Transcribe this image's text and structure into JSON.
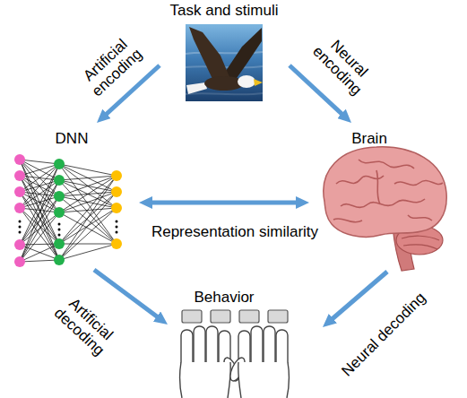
{
  "diagram": {
    "nodes": [
      {
        "text": [
          "Task and stimuli"
        ]
      },
      {
        "text": [
          "DNN"
        ]
      },
      {
        "text": [
          "Brain"
        ]
      },
      {
        "text": [
          "Behavior"
        ]
      }
    ],
    "edges": [
      {
        "from": 0,
        "to": 1,
        "arrow": "to",
        "label": "Artificial encoding"
      },
      {
        "from": 0,
        "to": 2,
        "arrow": "to",
        "label": "Neural encoding"
      },
      {
        "from": 1,
        "to": 2,
        "arrow": "both",
        "label": "Representation similarity"
      },
      {
        "from": 1,
        "to": 3,
        "arrow": "to",
        "label": "Artificial decoding"
      },
      {
        "from": 2,
        "to": 3,
        "arrow": "to",
        "label": "Neural decoding"
      }
    ]
  }
}
